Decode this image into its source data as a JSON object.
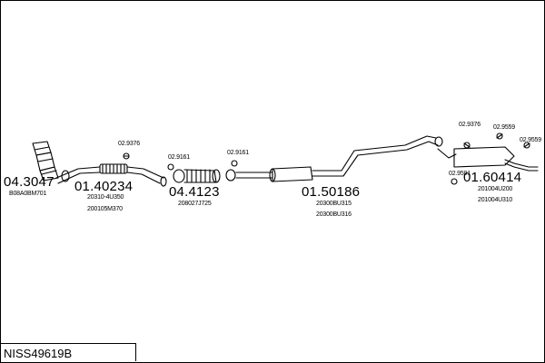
{
  "kit_code": "NISS49619B",
  "parts": [
    {
      "number": "04.3047",
      "refs": [
        "B08A0BM701"
      ]
    },
    {
      "number": "01.40234",
      "refs": [
        "20310-4U350",
        "200105M370"
      ]
    },
    {
      "number": "04.4123",
      "refs": [
        "208027J725"
      ]
    },
    {
      "number": "01.50186",
      "refs": [
        "20300BU315",
        "20300BU316"
      ]
    },
    {
      "number": "01.60414",
      "refs": [
        "201004U200",
        "201004U310"
      ]
    }
  ],
  "fittings": [
    "02.9376",
    "02.9161",
    "02.9161",
    "02.9376",
    "02.9559",
    "02.9559",
    "02.9591"
  ]
}
